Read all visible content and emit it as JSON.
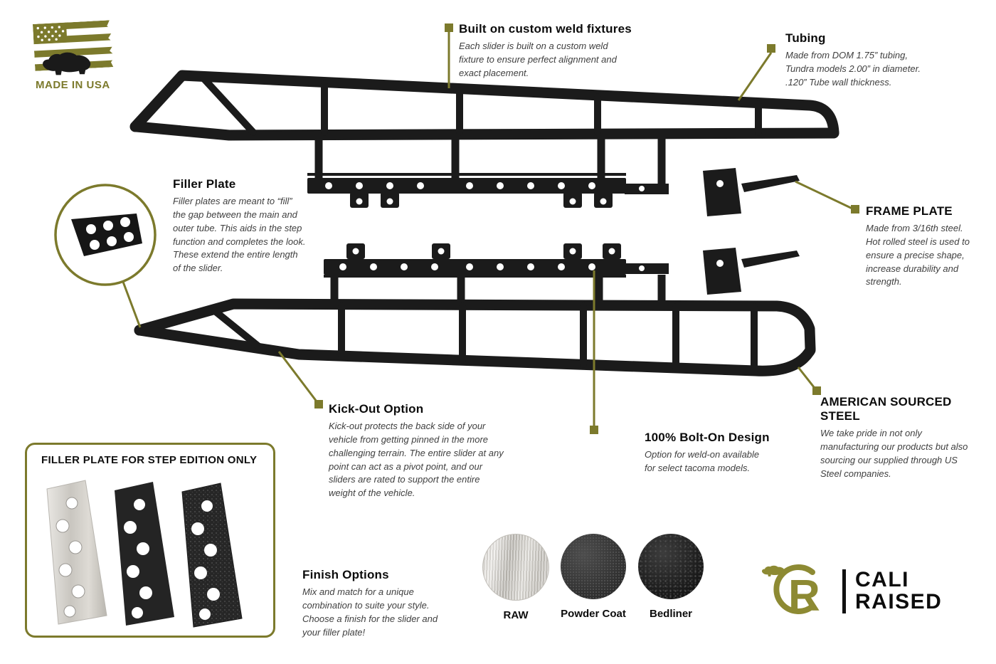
{
  "badge": {
    "label": "MADE IN USA"
  },
  "callouts": {
    "weld_fixtures": {
      "title": "Built on custom weld fixtures",
      "body": "Each slider is built on a custom weld fixture to ensure perfect alignment and exact placement."
    },
    "tubing": {
      "title": "Tubing",
      "body": "Made from DOM 1.75” tubing, Tundra models 2.00” in diameter. .120” Tube wall thickness."
    },
    "filler_plate": {
      "title": "Filler Plate",
      "body": "Filler plates are meant to “fill” the gap between the main and outer tube. This aids in the step function and completes the look. These extend the entire length of the slider."
    },
    "frame_plate": {
      "title": "FRAME PLATE",
      "body": "Made from 3/16th steel. Hot rolled steel is used to ensure a precise shape, increase durability and strength."
    },
    "kick_out": {
      "title": "Kick-Out Option",
      "body": "Kick-out protects the back side of your vehicle from getting pinned in the more challenging terrain. The entire slider at any point can act as a pivot point, and our sliders are rated to support the entire weight of the vehicle."
    },
    "bolt_on": {
      "title": "100% Bolt-On Design",
      "body": "Option for weld-on available for select tacoma models."
    },
    "american_steel": {
      "title": "AMERICAN SOURCED STEEL",
      "body": "We take pride in not only manufacturing our products but also sourcing our supplied through US Steel companies."
    }
  },
  "filler_box": {
    "title": "FILLER PLATE FOR STEP EDITION ONLY"
  },
  "finish": {
    "title": "Finish Options",
    "body": "Mix and match for a unique combination to suite your style. Choose a finish for the slider and your filler plate!",
    "swatches": [
      {
        "label": "RAW"
      },
      {
        "label": "Powder Coat"
      },
      {
        "label": "Bedliner"
      }
    ]
  },
  "logo": {
    "icon_letter": "R",
    "line1": "CALI",
    "line2": "RAISED"
  },
  "colors": {
    "accent": "#7c7a2c",
    "logo_accent": "#8d8a33",
    "ink": "#111111"
  }
}
